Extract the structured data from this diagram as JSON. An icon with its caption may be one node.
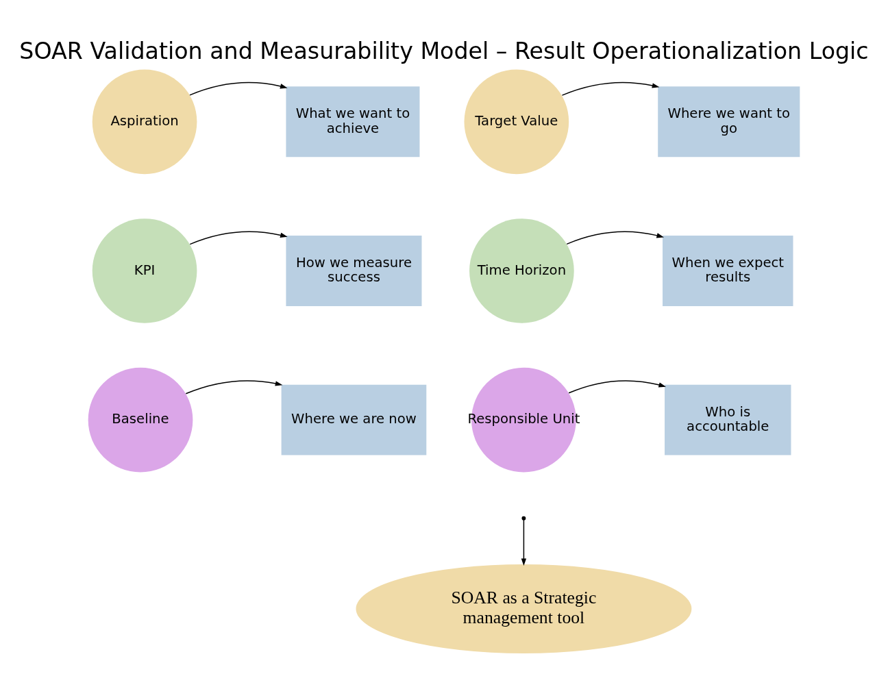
{
  "diagram": {
    "title": "SOAR Validation and Measurability Model – Result Operationalization Logic",
    "nodes": [
      {
        "text": [
          "Aspiration"
        ]
      },
      {
        "text": [
          "What we want to achieve"
        ]
      },
      {
        "text": [
          "Target Value"
        ]
      },
      {
        "text": [
          "Where we want to go"
        ]
      },
      {
        "text": [
          "KPI"
        ]
      },
      {
        "text": [
          "How we measure success"
        ]
      },
      {
        "text": [
          "Time Horizon"
        ]
      },
      {
        "text": [
          "When we expect results"
        ]
      },
      {
        "text": [
          "Baseline"
        ]
      },
      {
        "text": [
          "Where we are now"
        ]
      },
      {
        "text": [
          "Responsible Unit"
        ]
      },
      {
        "text": [
          "Who is accountable"
        ]
      },
      {
        "text": [
          "SOAR as a Strategic management tool"
        ]
      }
    ],
    "edges": [
      {
        "from": 0,
        "to": 1,
        "arrow": "to"
      },
      {
        "from": 2,
        "to": 3,
        "arrow": "to"
      },
      {
        "from": 4,
        "to": 5,
        "arrow": "to"
      },
      {
        "from": 6,
        "to": 7,
        "arrow": "to"
      },
      {
        "from": 8,
        "to": 9,
        "arrow": "to"
      },
      {
        "from": 10,
        "to": 11,
        "arrow": "to"
      },
      {
        "from": null,
        "to": 12,
        "arrow": "to"
      }
    ]
  }
}
